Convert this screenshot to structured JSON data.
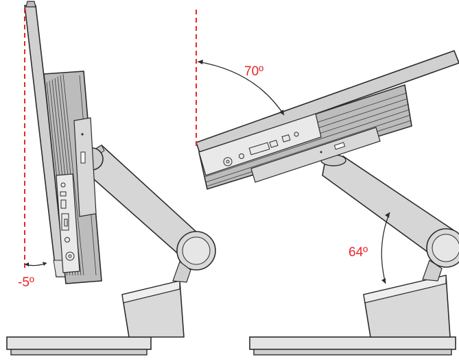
{
  "diagram": {
    "left_view": {
      "tilt_label": "-5º"
    },
    "right_view": {
      "tilt_label": "70º",
      "arm_label": "64º"
    }
  },
  "colors": {
    "accent_red": "#e8252a",
    "outline": "#2b2b2b",
    "body_gray": "#dcdcdc",
    "dark_gray": "#bdbdbd"
  }
}
